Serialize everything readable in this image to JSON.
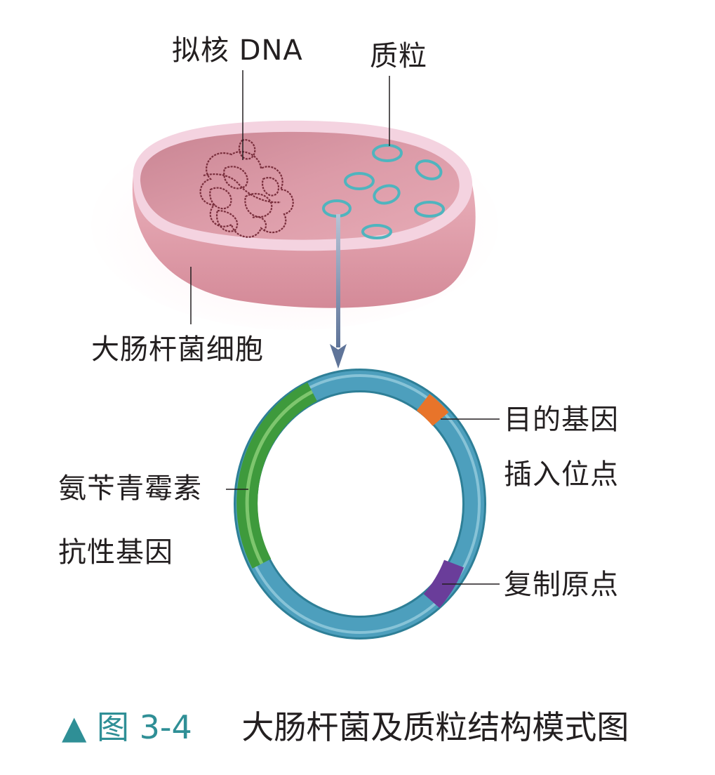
{
  "labels": {
    "nucleoid_dna": "拟核 DNA",
    "plasmid": "质粒",
    "ecoli_cell": "大肠杆菌细胞",
    "target_gene_line1": "目的基因",
    "target_gene_line2": "插入位点",
    "amp_line1": "氨苄青霉素",
    "amp_line2": "抗性基因",
    "origin": "复制原点"
  },
  "caption": {
    "marker": "▲",
    "figure_number": "图 3-4",
    "title": "大肠杆菌及质粒结构模式图"
  },
  "colors": {
    "cell_body": "#e3a1ad",
    "cell_inner": "#d8939f",
    "cell_rim": "#f4d3e0",
    "plasmid_ring": "#4fb4be",
    "dna": "#7a2f3d",
    "ring_main": "#4d9fbd",
    "amp_segment": "#3e9a3c",
    "insertion_site": "#e8742a",
    "origin_segment": "#6a3d9a",
    "caption_accent": "#2f8f96"
  },
  "icons": {
    "caption_marker": "triangle-up-icon",
    "arrow": "down-arrow-icon"
  }
}
